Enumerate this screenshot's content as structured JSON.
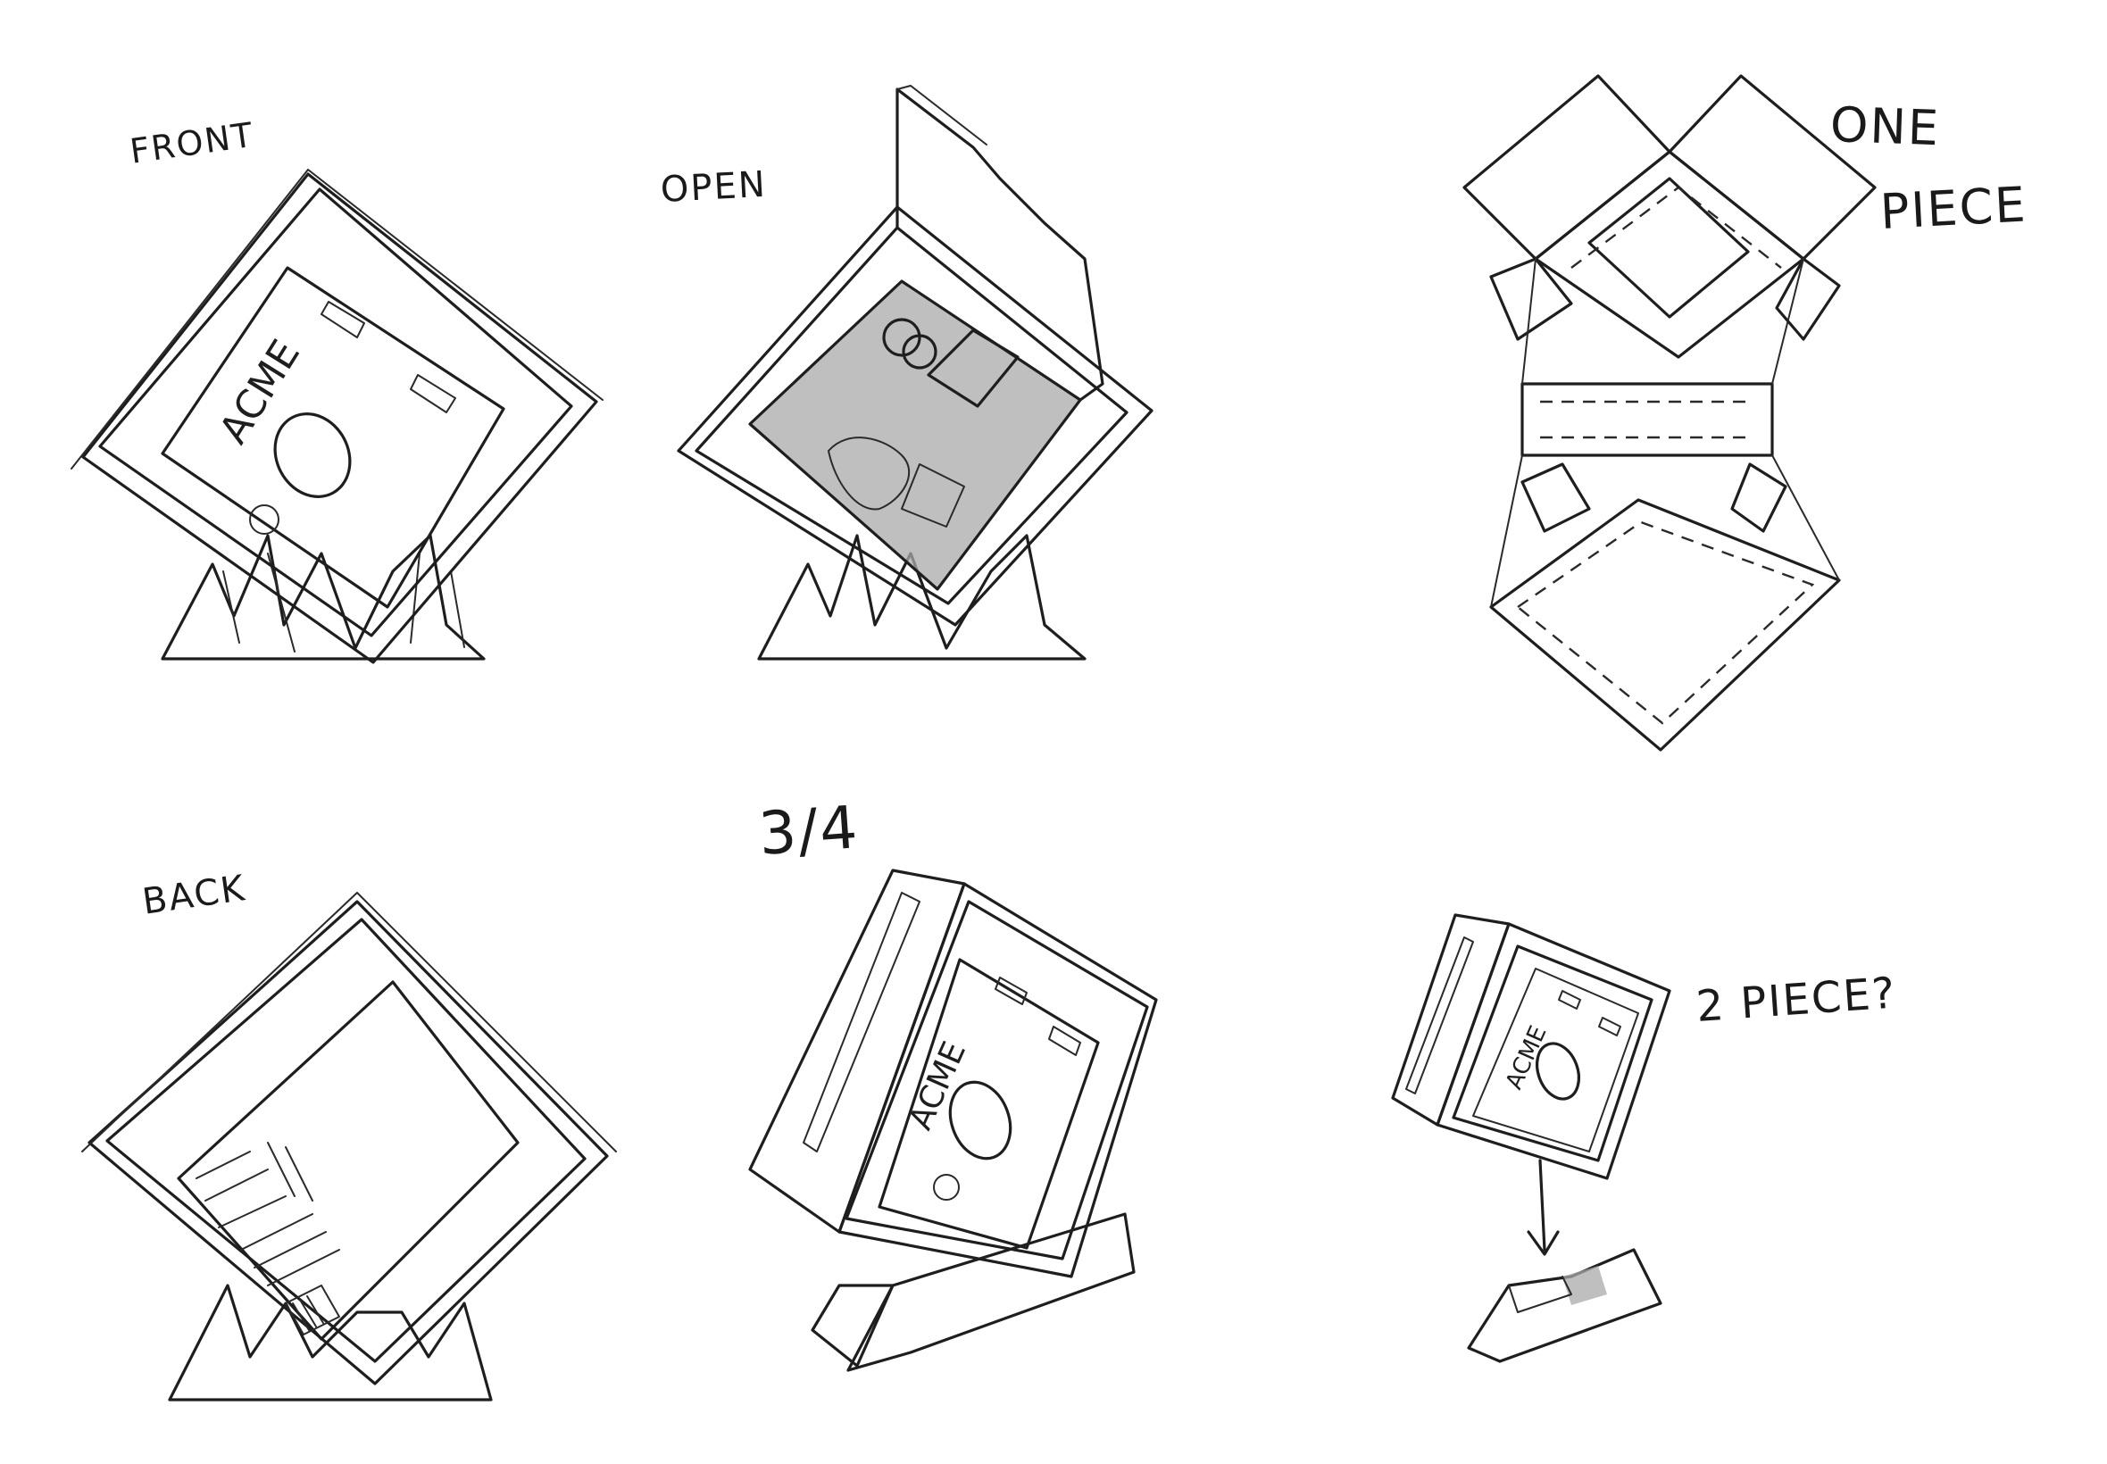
{
  "labels": {
    "front": "FRONT",
    "open": "OPEN",
    "one_piece_line1": "ONE",
    "one_piece_line2": "PIECE",
    "back": "BACK",
    "three_quarter": "3/4",
    "two_piece": "2 PIECE?"
  },
  "brand": {
    "name": "ACME"
  }
}
